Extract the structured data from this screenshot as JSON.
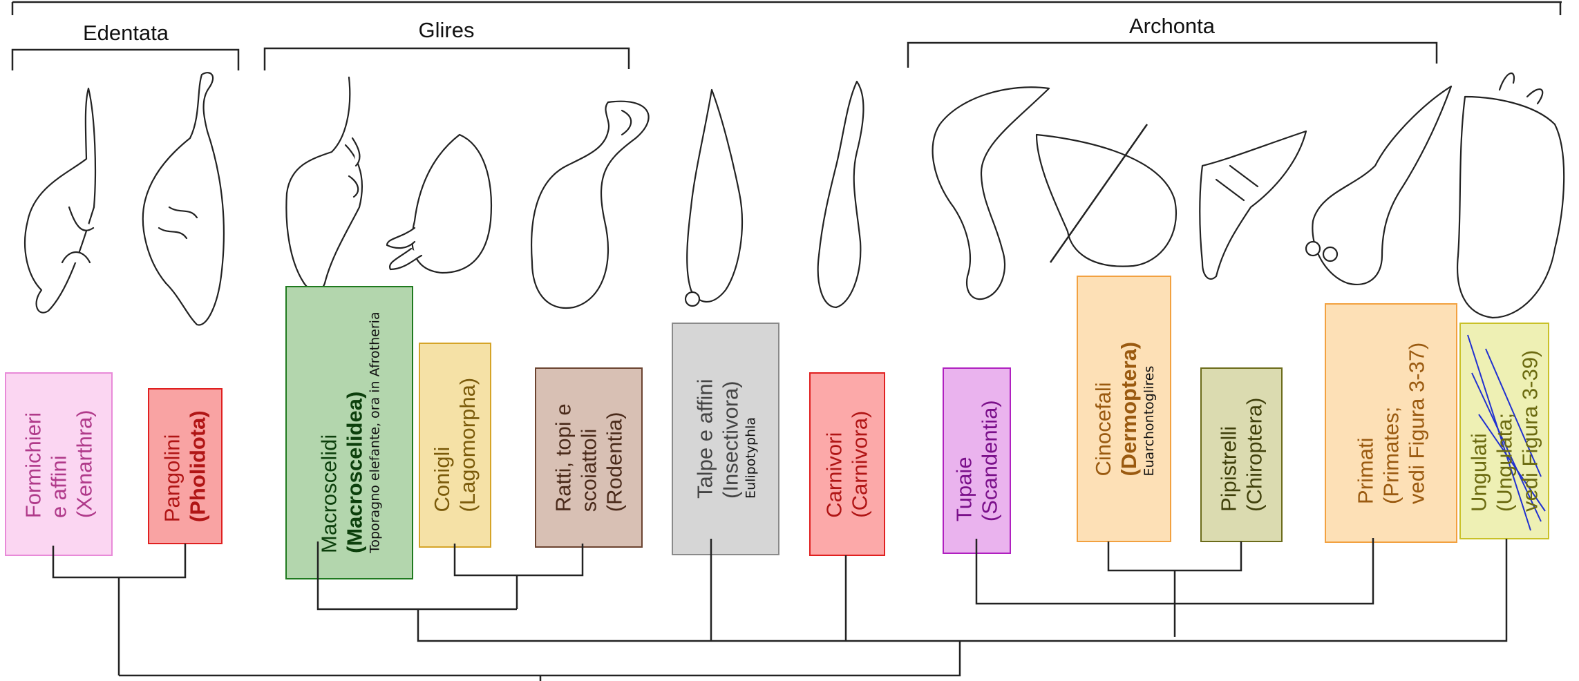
{
  "groups": {
    "edentata": "Edentata",
    "glires": "Glires",
    "archonta": "Archonta"
  },
  "taxa": [
    {
      "id": "xenarthra",
      "lines": [
        "Formichieri",
        "e affini",
        "(Xenarthra)"
      ],
      "note": "",
      "fill": "#fbd6f2",
      "stroke": "#e88ad8",
      "text": "#b03a8a"
    },
    {
      "id": "pholidota",
      "lines": [
        "Pangolini",
        "(Pholidota)"
      ],
      "note": "",
      "fill": "#f9a3a3",
      "stroke": "#e02020",
      "text": "#b01515"
    },
    {
      "id": "macroscelidea",
      "lines": [
        "Macroscelidi",
        "(Macroscelidea)"
      ],
      "note": "Toporagno elefante, ora in Afrotheria",
      "fill": "#b3d6ad",
      "stroke": "#1f7a1f",
      "text": "#0c3f0c"
    },
    {
      "id": "lagomorpha",
      "lines": [
        "Conigli",
        "(Lagomorpha)"
      ],
      "note": "",
      "fill": "#f5e1a6",
      "stroke": "#d5a428",
      "text": "#7a5a0a"
    },
    {
      "id": "rodentia",
      "lines": [
        "Ratti, topi e",
        "scoiattoli",
        "(Rodentia)"
      ],
      "note": "",
      "fill": "#d8c0b4",
      "stroke": "#6b4330",
      "text": "#4a2a1a"
    },
    {
      "id": "insectivora",
      "lines": [
        "Talpe e affini",
        "(Insectivora)"
      ],
      "note": "Eulipotyphla",
      "fill": "#d6d6d6",
      "stroke": "#8a8a8a",
      "text": "#444444"
    },
    {
      "id": "carnivora",
      "lines": [
        "Carnivori",
        "(Carnivora)"
      ],
      "note": "",
      "fill": "#fca9a9",
      "stroke": "#e02020",
      "text": "#b01515"
    },
    {
      "id": "scandentia",
      "lines": [
        "Tupaie",
        "(Scandentia)"
      ],
      "note": "",
      "fill": "#eab3ee",
      "stroke": "#b020c0",
      "text": "#7a0f8a"
    },
    {
      "id": "dermoptera",
      "lines": [
        "Cinocefali",
        "(Dermoptera)"
      ],
      "note": "Euarchontoglires",
      "fill": "#fde0b6",
      "stroke": "#f2a140",
      "text": "#9a5a10"
    },
    {
      "id": "chiroptera",
      "lines": [
        "Pipistrelli",
        "(Chiroptera)"
      ],
      "note": "",
      "fill": "#dbdbb0",
      "stroke": "#6b6b1a",
      "text": "#3f3f0a"
    },
    {
      "id": "primates",
      "lines": [
        "Primati",
        "(Primates;",
        "vedi Figura 3-37)"
      ],
      "note": "",
      "fill": "#fde0b6",
      "stroke": "#f2a140",
      "text": "#9a5a10"
    },
    {
      "id": "ungulata",
      "lines": [
        "Ungulati",
        "(Ungulata;",
        "vedi Figura 3-39)"
      ],
      "note": "",
      "fill": "#eef0b4",
      "stroke": "#c9c128",
      "text": "#6b6a10"
    }
  ],
  "colors": {
    "line": "#222222",
    "strike": "#2030d0"
  }
}
